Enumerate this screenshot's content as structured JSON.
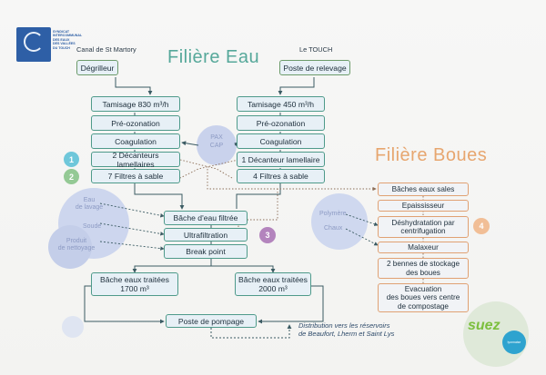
{
  "titles": {
    "eau": "Filière Eau",
    "boues": "Filière Boues"
  },
  "sources": {
    "left": "Canal de St Martory",
    "right": "Le TOUCH"
  },
  "logo": {
    "lines": [
      "SYNDICAT",
      "INTERCOMMUNAL",
      "DES EAUX",
      "DES VALLÉES",
      "DU TOUCH"
    ]
  },
  "eau_boxes": {
    "degrilleur": "Dégrilleur",
    "poste_relevage": "Poste de relevage",
    "tamisage_left": "Tamisage 830 m³/h",
    "tamisage_right": "Tamisage 450 m³/h",
    "preozonation_left": "Pré-ozonation",
    "preozonation_right": "Pré-ozonation",
    "coagulation_left": "Coagulation",
    "coagulation_right": "Coagulation",
    "decanteurs_left": "2 Décanteurs lamellaires",
    "decanteur_right": "1 Décanteur lamellaire",
    "filtres_left": "7 Filtres à sable",
    "filtres_right": "4 Filtres à sable",
    "bache_filtree": "Bâche d'eau filtrée",
    "ultrafiltration": "Ultrafiltration",
    "break_point": "Break point",
    "bache_traitee_left_1": "Bâche eaux traitées",
    "bache_traitee_left_2": "1700 m³",
    "bache_traitee_right_1": "Bâche eaux traitées",
    "bache_traitee_right_2": "2000 m³",
    "poste_pompage": "Poste de pompage"
  },
  "boues_boxes": {
    "baches_sales": "Bâches eaux sales",
    "epaississeur": "Epaississeur",
    "deshydratation_1": "Déshydratation par",
    "deshydratation_2": "centrifugation",
    "malaxeur": "Malaxeur",
    "bennes_1": "2 bennes de stockage",
    "bennes_2": "des boues",
    "evacuation_1": "Evacuation",
    "evacuation_2": "des boues vers centre",
    "evacuation_3": "de compostage"
  },
  "reagent": {
    "line1": "PAX",
    "line2": "CAP"
  },
  "bubbles": {
    "eau_1": "Eau",
    "eau_2": "de lavage",
    "soude": "Soude",
    "produit_1": "Produit",
    "produit_2": "de nettoyage",
    "polymere": "Polymère",
    "chaux": "Chaux"
  },
  "steps": [
    "1",
    "2",
    "3",
    "4"
  ],
  "distribution": {
    "line1": "Distribution vers les réservoirs",
    "line2": "de Beaufort, Lherm et Saint Lys"
  },
  "brands": {
    "suez": "suez",
    "partner": "lyonnaise"
  },
  "colors": {
    "title_eau": "#56a89a",
    "title_boues": "#e7a66f",
    "step1": "#6fc7da",
    "step2": "#94c995",
    "step3": "#b384bd",
    "step4": "#f1be96",
    "orange_dotted": "#d8a37a"
  }
}
